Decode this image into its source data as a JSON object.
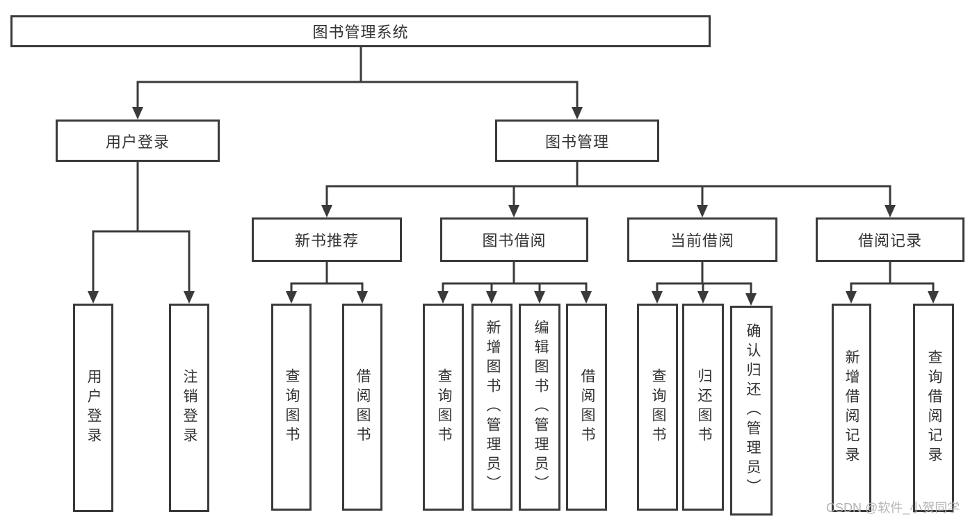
{
  "diagram_title": "图书管理系统",
  "nodes": [
    {
      "id": "root",
      "label": "图书管理系统",
      "level": 1,
      "parent": null
    },
    {
      "id": "user-login",
      "label": "用户登录",
      "level": 2,
      "parent": "root"
    },
    {
      "id": "book-management",
      "label": "图书管理",
      "level": 2,
      "parent": "root"
    },
    {
      "id": "new-book-recommend",
      "label": "新书推荐",
      "level": 3,
      "parent": "book-management"
    },
    {
      "id": "book-borrow",
      "label": "图书借阅",
      "level": 3,
      "parent": "book-management"
    },
    {
      "id": "current-borrow",
      "label": "当前借阅",
      "level": 3,
      "parent": "book-management"
    },
    {
      "id": "borrow-records",
      "label": "借阅记录",
      "level": 3,
      "parent": "book-management"
    },
    {
      "id": "leaf-user-login",
      "label": "用户登录",
      "level": 4,
      "parent": "user-login"
    },
    {
      "id": "leaf-logout",
      "label": "注销登录",
      "level": 4,
      "parent": "user-login"
    },
    {
      "id": "leaf-query-books-rec",
      "label": "查询图书",
      "level": 4,
      "parent": "new-book-recommend"
    },
    {
      "id": "leaf-borrow-books-rec",
      "label": "借阅图书",
      "level": 4,
      "parent": "new-book-recommend"
    },
    {
      "id": "leaf-query-books-borrow",
      "label": "查询图书",
      "level": 4,
      "parent": "book-borrow"
    },
    {
      "id": "leaf-add-book-admin",
      "label": "新增图书（管理员）",
      "level": 4,
      "parent": "book-borrow"
    },
    {
      "id": "leaf-edit-book-admin",
      "label": "编辑图书（管理员）",
      "level": 4,
      "parent": "book-borrow"
    },
    {
      "id": "leaf-borrow-books-borrow",
      "label": "借阅图书",
      "level": 4,
      "parent": "book-borrow"
    },
    {
      "id": "leaf-query-books-current",
      "label": "查询图书",
      "level": 4,
      "parent": "current-borrow"
    },
    {
      "id": "leaf-return-book",
      "label": "归还图书",
      "level": 4,
      "parent": "current-borrow"
    },
    {
      "id": "leaf-confirm-return-admin",
      "label": "确认归还（管理员）",
      "level": 4,
      "parent": "current-borrow"
    },
    {
      "id": "leaf-add-borrow-record",
      "label": "新增借阅记录",
      "level": 4,
      "parent": "borrow-records"
    },
    {
      "id": "leaf-query-borrow-record",
      "label": "查询借阅记录",
      "level": 4,
      "parent": "borrow-records"
    }
  ],
  "watermark": {
    "text": "CSDN @软件_小贺同学"
  },
  "colors": {
    "line": "#3a3a3a",
    "text": "#333333",
    "box_background": "#ffffff",
    "watermark": "#b3b3b3",
    "page_background": "#ffffff"
  }
}
